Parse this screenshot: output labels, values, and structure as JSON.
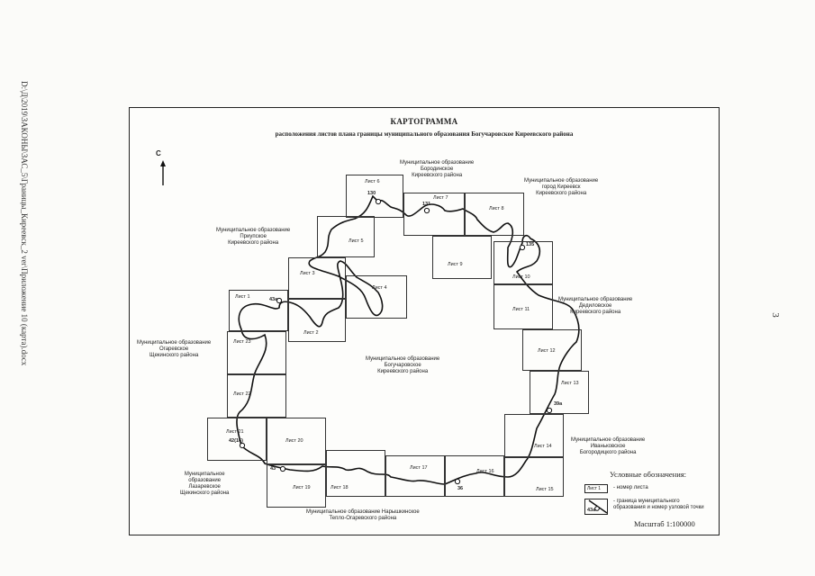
{
  "file_path": "D:\\Д\\2019\\ЗАКОНЫ\\ЗАС_5\\Границы_Киреевск_2 ver\\Приложение 10 (карта).docx",
  "page_number": "3",
  "map": {
    "title": "КАРТОГРАММА",
    "subtitle": "расположения листов плана границы муниципального образования Богучаровское Киреевского района",
    "north_label": "С",
    "sheets": [
      "Лист 1",
      "Лист 2",
      "Лист 3",
      "Лист 4",
      "Лист 5",
      "Лист 6",
      "Лист 7",
      "Лист 8",
      "Лист 9",
      "Лист 10",
      "Лист 11",
      "Лист 12",
      "Лист 13",
      "Лист 14",
      "Лист 15",
      "Лист 16",
      "Лист 17",
      "Лист 18",
      "Лист 19",
      "Лист 20",
      "Лист 21",
      "Лист 22",
      "Лист 23"
    ],
    "nodes": [
      "130",
      "131",
      "135",
      "43а",
      "39а",
      "42(16)",
      "43",
      "36"
    ],
    "regions": {
      "borodinskoe": [
        "Муниципальное образование",
        "Бородинское",
        "Киреевского района"
      ],
      "kireevsk": [
        "Муниципальное образование",
        "город Киреевск",
        "Киреевского района"
      ],
      "priupskoe": [
        "Муниципальное образование",
        "Приупское",
        "Киреевского района"
      ],
      "dedilovskoe": [
        "Муниципальное образование",
        "Дедиловское",
        "Киреевского района"
      ],
      "ogaryovskoe": [
        "Муниципальное образование",
        "Огаревское",
        "Щекинского района"
      ],
      "boguchar": [
        "Муниципальное образование",
        "Богучаровское",
        "Киреевского района"
      ],
      "ivankovskoe": [
        "Муниципальное образование",
        "Иваньковское",
        "Богородицкого района"
      ],
      "lazarevskoe": [
        "Муниципальное",
        "образование",
        "Лазаревское",
        "Щекинского района"
      ],
      "narishkinskoe": [
        "Муниципальное образование Нарышкинское",
        "Тепло-Огаревского района"
      ]
    },
    "legend": {
      "title": "Условные обозначения:",
      "sheet_sample": "Лист 1",
      "sheet_desc": "- номер листа",
      "boundary_desc": [
        "- граница муниципального",
        "образования и  номер узловой точки"
      ],
      "node_sample": "43а"
    },
    "scale": "Масштаб 1:100000"
  }
}
